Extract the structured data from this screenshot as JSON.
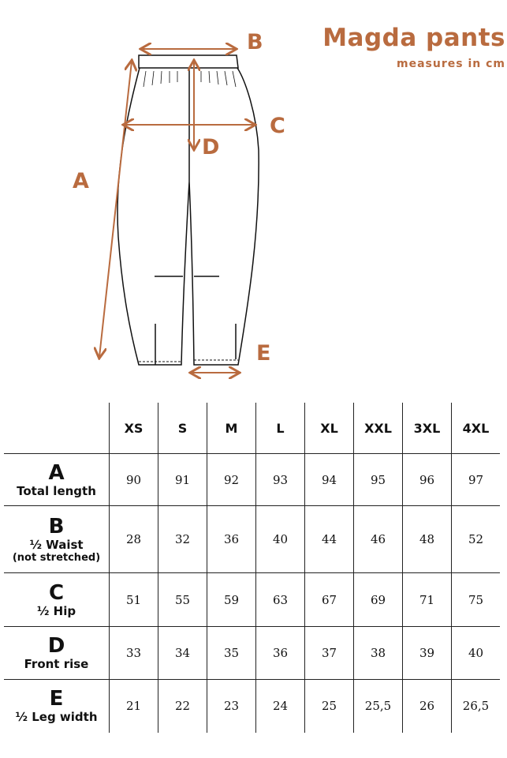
{
  "title": "Magda pants",
  "subtitle": "measures in cm",
  "accent_color": "#b96b3f",
  "diagram_labels": {
    "A": "A",
    "B": "B",
    "C": "C",
    "D": "D",
    "E": "E"
  },
  "table": {
    "sizes": [
      "XS",
      "S",
      "M",
      "L",
      "XL",
      "XXL",
      "3XL",
      "4XL"
    ],
    "rows": [
      {
        "letter": "A",
        "name": "Total length",
        "note": null,
        "values": [
          "90",
          "91",
          "92",
          "93",
          "94",
          "95",
          "96",
          "97"
        ]
      },
      {
        "letter": "B",
        "name": "½ Waist",
        "note": "(not stretched)",
        "values": [
          "28",
          "32",
          "36",
          "40",
          "44",
          "46",
          "48",
          "52"
        ]
      },
      {
        "letter": "C",
        "name": "½ Hip",
        "note": null,
        "values": [
          "51",
          "55",
          "59",
          "63",
          "67",
          "69",
          "71",
          "75"
        ]
      },
      {
        "letter": "D",
        "name": "Front rise",
        "note": null,
        "values": [
          "33",
          "34",
          "35",
          "36",
          "37",
          "38",
          "39",
          "40"
        ]
      },
      {
        "letter": "E",
        "name": "½ Leg width",
        "note": null,
        "values": [
          "21",
          "22",
          "23",
          "24",
          "25",
          "25,5",
          "26",
          "26,5"
        ]
      }
    ]
  }
}
